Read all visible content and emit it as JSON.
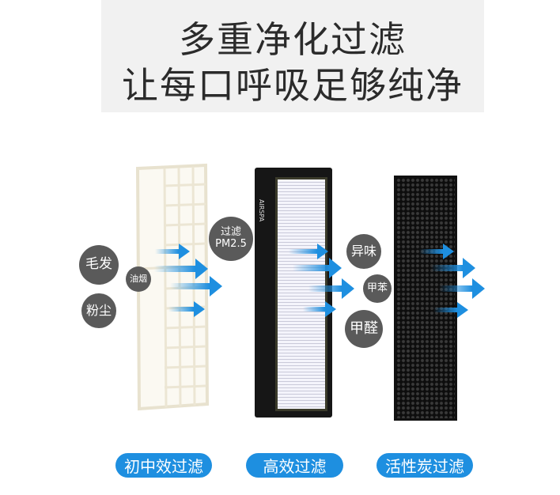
{
  "header": {
    "line1": "多重净化过滤",
    "line2": "让每口呼吸足够纯净"
  },
  "pollutants": {
    "hair": "毛发",
    "oil_smoke": "油烟",
    "dust": "粉尘",
    "pm25_line1": "过滤",
    "pm25_line2": "PM2.5",
    "odor": "异味",
    "toluene": "甲苯",
    "formaldehyde": "甲醛"
  },
  "brand": "AIRSPA",
  "stages": [
    {
      "label": "初中效过滤"
    },
    {
      "label": "高效过滤"
    },
    {
      "label": "活性炭过滤"
    }
  ],
  "colors": {
    "accent": "#1e8fe0",
    "circle": "#5a5a5a",
    "header_bg": "#f1f1f1"
  }
}
